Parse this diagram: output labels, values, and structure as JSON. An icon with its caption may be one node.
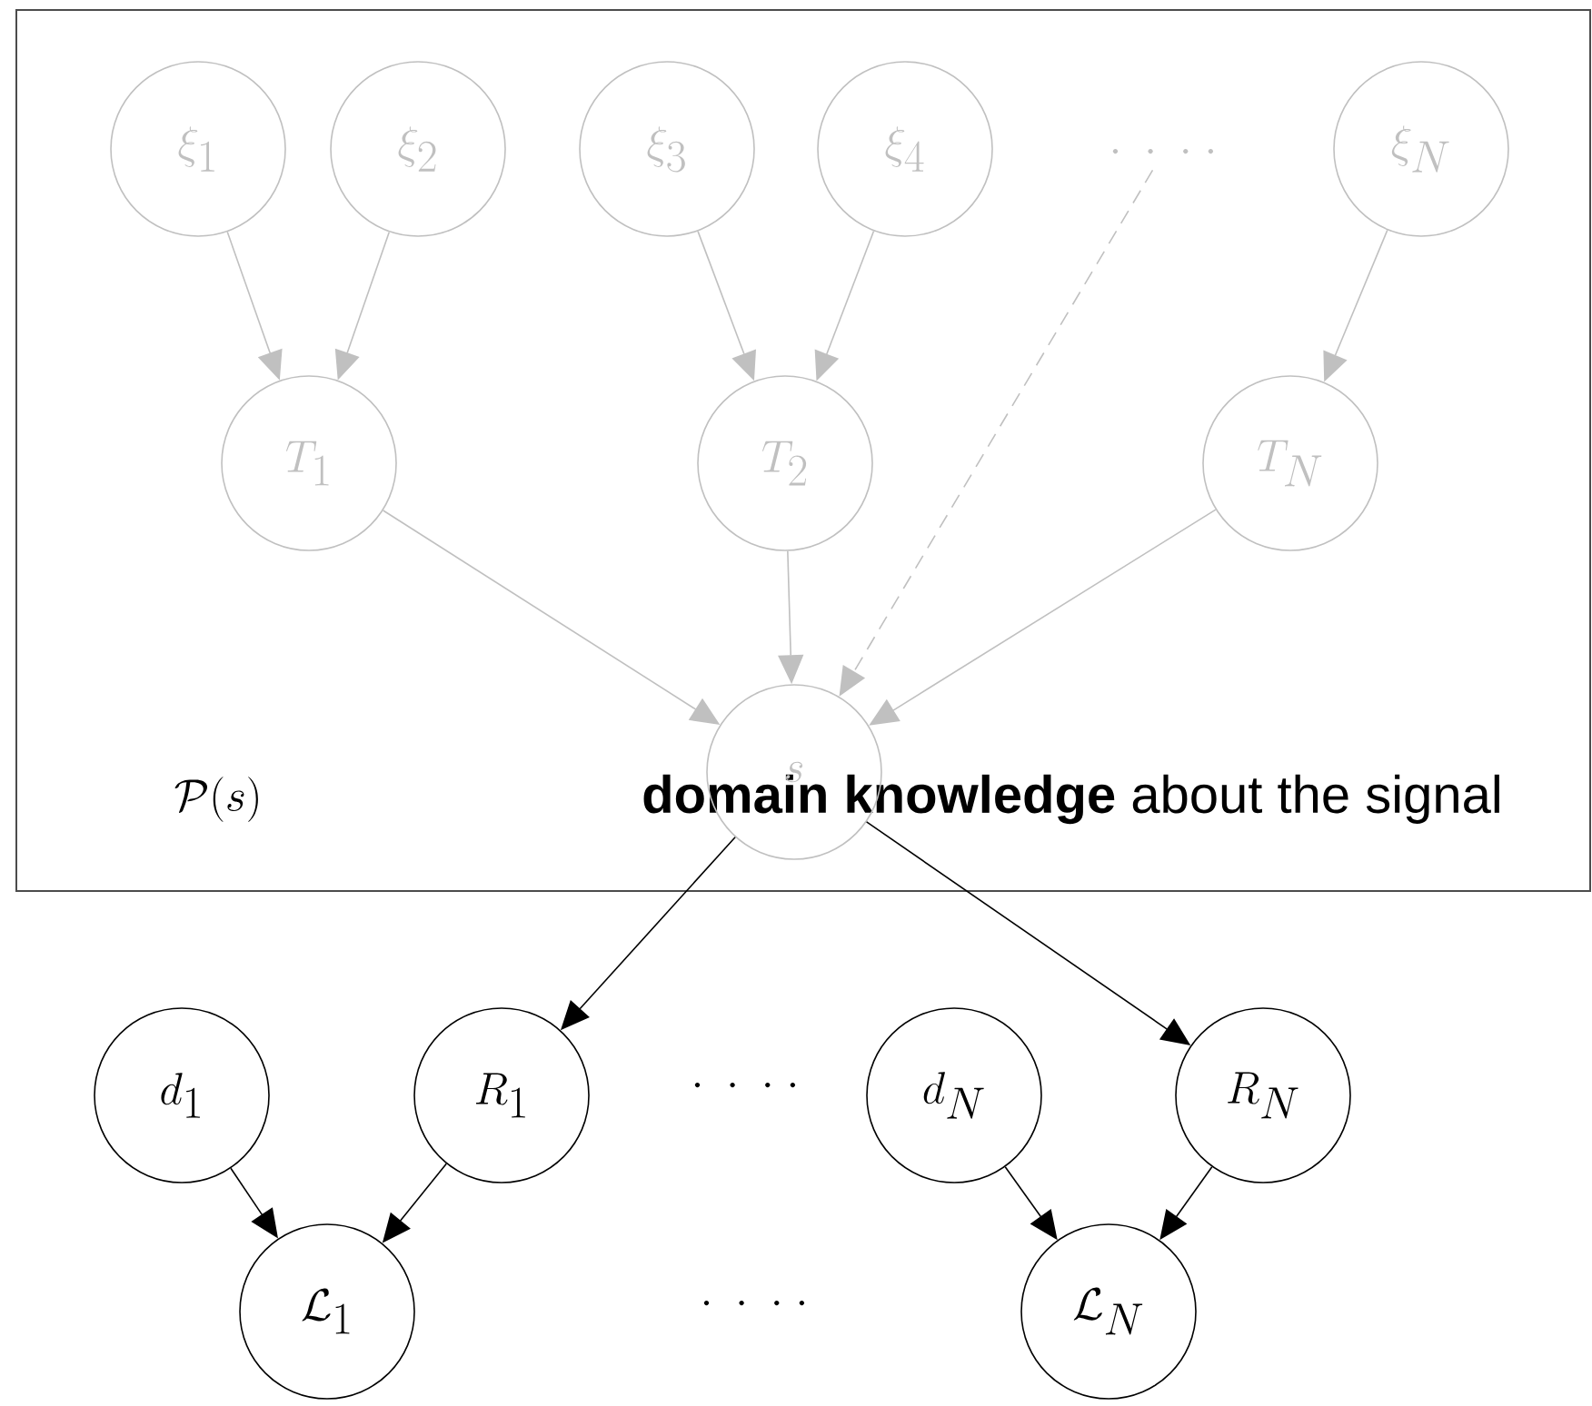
{
  "diagram": {
    "nodes": [
      {
        "text": [
          "\\mathcal{P}(s)",
          "**domain knowledge** about the signal"
        ]
      },
      {
        "text": [
          "\\xi_1"
        ],
        "in": 0
      },
      {
        "text": [
          "\\xi_2"
        ],
        "in": 0
      },
      {
        "text": [
          "\\xi_3"
        ],
        "in": 0
      },
      {
        "text": [
          "\\xi_4"
        ],
        "in": 0
      },
      {
        "text": [
          "\\cdot\\;\\cdot\\;\\cdot\\;\\cdot"
        ],
        "in": 0
      },
      {
        "text": [
          "\\xi_N"
        ],
        "in": 0
      },
      {
        "text": [
          "T_1"
        ],
        "in": 0
      },
      {
        "text": [
          "T_2"
        ],
        "in": 0
      },
      {
        "text": [
          "T_N"
        ],
        "in": 0
      },
      {
        "text": [
          "s"
        ],
        "in": 0
      },
      {
        "text": [
          "d_1"
        ]
      },
      {
        "text": [
          "R_1"
        ]
      },
      {
        "text": [
          "d_N"
        ]
      },
      {
        "text": [
          "R_N"
        ]
      },
      {
        "text": [
          "\\mathcal{L}_1"
        ]
      },
      {
        "text": [
          "\\mathcal{L}_N"
        ]
      }
    ],
    "edges": [
      {
        "from": 1,
        "to": 7,
        "arrow": "to"
      },
      {
        "from": 2,
        "to": 7,
        "arrow": "to"
      },
      {
        "from": 3,
        "to": 8,
        "arrow": "to"
      },
      {
        "from": 4,
        "to": 8,
        "arrow": "to"
      },
      {
        "from": 6,
        "to": 9,
        "arrow": "to"
      },
      {
        "from": 7,
        "to": 10,
        "arrow": "to"
      },
      {
        "from": 8,
        "to": 10,
        "arrow": "to"
      },
      {
        "from": 5,
        "to": 10,
        "arrow": "to",
        "style": "dashed"
      },
      {
        "from": 9,
        "to": 10,
        "arrow": "to"
      },
      {
        "from": 10,
        "to": 12,
        "arrow": "to",
        "color": "#000000"
      },
      {
        "from": 10,
        "to": 14,
        "arrow": "to",
        "color": "#000000"
      },
      {
        "from": 11,
        "to": 15,
        "arrow": "to",
        "color": "#000000"
      },
      {
        "from": 12,
        "to": 15,
        "arrow": "to",
        "color": "#000000"
      },
      {
        "from": 13,
        "to": 16,
        "arrow": "to",
        "color": "#000000"
      },
      {
        "from": 14,
        "to": 16,
        "arrow": "to",
        "color": "#000000"
      }
    ],
    "labels": [
      "\\cdot\\;\\cdot\\;\\cdot\\;\\cdot",
      "\\cdot\\;\\cdot\\;\\cdot\\;\\cdot"
    ]
  }
}
